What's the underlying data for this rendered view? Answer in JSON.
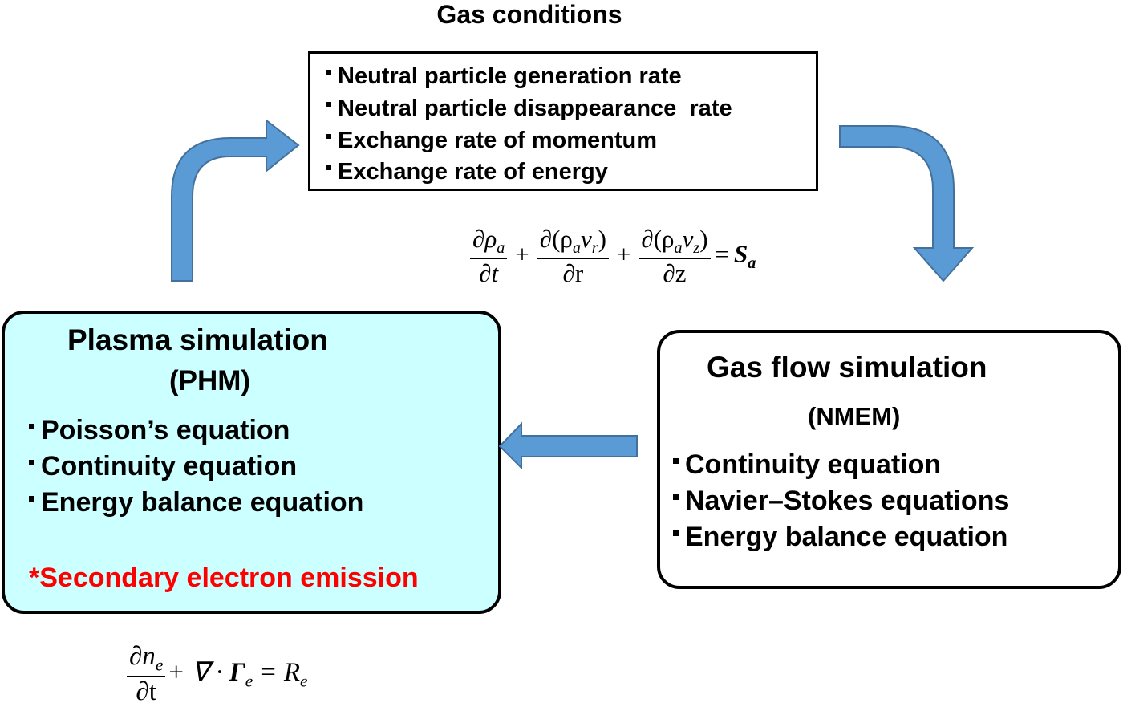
{
  "gas_conditions": {
    "title": "Gas conditions",
    "items": [
      "Neutral particle generation rate",
      "Neutral particle disappearance  rate",
      "Exchange rate of momentum",
      "Exchange rate of energy"
    ]
  },
  "gas_equation": {
    "term1_num": "∂ρ",
    "term1_num_sub": "a",
    "term1_den": "∂t",
    "term2_num_pre": "∂(ρ",
    "term2_num_sub1": "a",
    "term2_num_mid": "v",
    "term2_num_sub2": "r",
    "term2_num_post": ")",
    "term2_den": "∂r",
    "term3_num_pre": "∂(ρ",
    "term3_num_sub1": "a",
    "term3_num_mid": "v",
    "term3_num_sub2": "z",
    "term3_num_post": ")",
    "term3_den": "∂z",
    "plus": "+",
    "equals": "=",
    "rhs": "S",
    "rhs_sub": "a"
  },
  "plasma_box": {
    "title": "Plasma simulation",
    "subtitle": "(PHM)",
    "items": [
      "Poisson’s equation",
      "Continuity equation",
      "Energy balance equation"
    ],
    "note": "*Secondary electron emission",
    "fill_color": "#ccffff",
    "note_color": "#ff0000"
  },
  "gasflow_box": {
    "title": "Gas flow simulation",
    "subtitle": "(NMEM)",
    "items": [
      "Continuity equation",
      "Navier–Stokes equations",
      "Energy balance equation"
    ]
  },
  "plasma_equation": {
    "num": "∂n",
    "num_sub": "e",
    "den": "∂t",
    "plus": "+",
    "nabla": "∇ · ",
    "gamma": "Γ",
    "gamma_sub": "e",
    "equals": "=",
    "rhs": "R",
    "rhs_sub": "e"
  },
  "arrows": {
    "color": "#5b9bd5",
    "stroke": "#41719c",
    "flow": [
      "plasma-to-gas-conditions",
      "gas-conditions-to-gasflow",
      "gasflow-to-plasma"
    ]
  }
}
